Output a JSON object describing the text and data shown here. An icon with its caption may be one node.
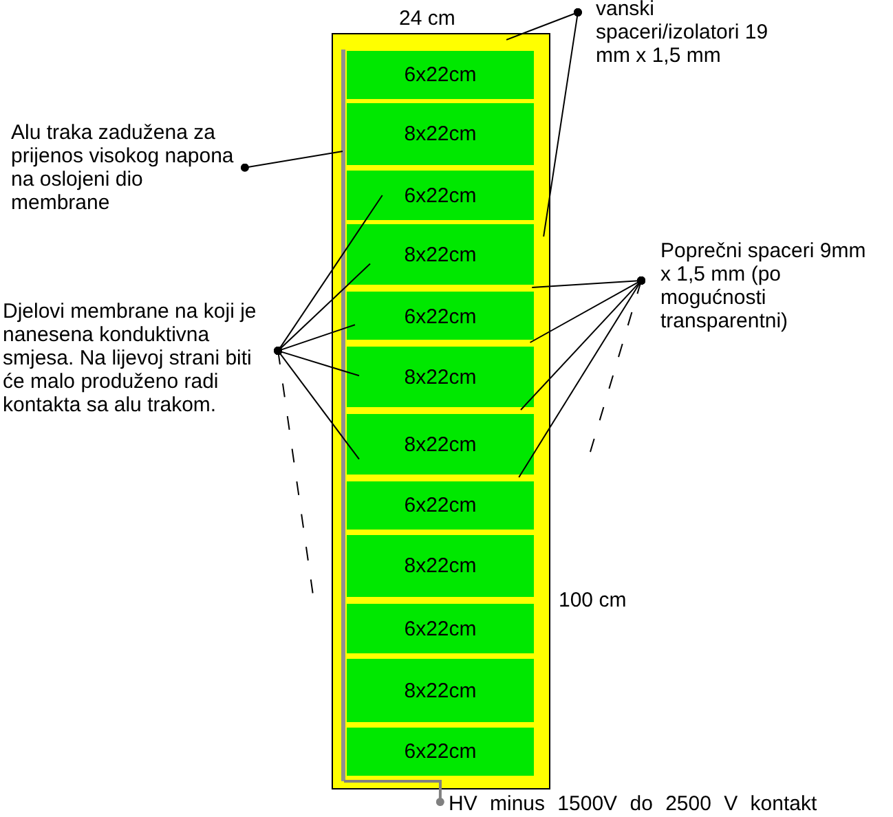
{
  "diagram": {
    "nodes": [
      {
        "text": [],
        "shape": "box"
      },
      {
        "text": [
          "6x22cm"
        ],
        "in": 0
      },
      {
        "text": [
          "8x22cm"
        ],
        "in": 0
      },
      {
        "text": [
          "6x22cm"
        ],
        "in": 0
      },
      {
        "text": [
          "8x22cm"
        ],
        "in": 0
      },
      {
        "text": [
          "6x22cm"
        ],
        "in": 0
      },
      {
        "text": [
          "8x22cm"
        ],
        "in": 0
      },
      {
        "text": [
          "8x22cm"
        ],
        "in": 0
      },
      {
        "text": [
          "6x22cm"
        ],
        "in": 0
      },
      {
        "text": [
          "8x22cm"
        ],
        "in": 0
      },
      {
        "text": [
          "6x22cm"
        ],
        "in": 0
      },
      {
        "text": [
          "8x22cm"
        ],
        "in": 0
      },
      {
        "text": [
          "6x22cm"
        ],
        "in": 0
      },
      {
        "text": [],
        "shape": "bar",
        "in": 0
      },
      {
        "text": [
          "Alu traka zadužena za prijenos visokog napona na oslojeni dio membrane"
        ]
      },
      {
        "text": [
          "vanski spaceri/izolatori 19 mm x 1,5 mm"
        ]
      },
      {
        "text": [
          "Poprečni spaceri 9mm x 1,5 mm (po mogućnosti transparentni)"
        ]
      },
      {
        "text": [
          "Djelovi membrane na koji je nanesena konduktivna smjesa. Na lijevoj strani biti će malo produženo radi kontakta sa alu trakom."
        ]
      },
      {
        "text": [
          "HV minus 1500V do 2500 V kontakt"
        ]
      },
      {
        "text": [],
        "shape": "bar",
        "in": 0
      },
      {
        "text": [],
        "shape": "bar",
        "in": 0
      },
      {
        "text": [],
        "shape": "bar",
        "in": 0
      },
      {
        "text": [],
        "shape": "bar",
        "in": 0
      }
    ],
    "edges": [
      {
        "from": 14,
        "to": 13,
        "arrow": "other"
      },
      {
        "from": 15,
        "to": 0,
        "arrow": "other"
      },
      {
        "from": 15,
        "to": 0,
        "arrow": "other"
      },
      {
        "from": 16,
        "to": 19,
        "arrow": "other"
      },
      {
        "from": 16,
        "to": 20,
        "arrow": "other"
      },
      {
        "from": 16,
        "to": 21,
        "arrow": "other"
      },
      {
        "from": 16,
        "to": 22,
        "arrow": "other"
      },
      {
        "from": 16,
        "to": null,
        "arrow": "other",
        "style": "dashed"
      },
      {
        "from": 17,
        "to": 3,
        "arrow": "other"
      },
      {
        "from": 17,
        "to": 4,
        "arrow": "other"
      },
      {
        "from": 17,
        "to": 5,
        "arrow": "other"
      },
      {
        "from": 17,
        "to": 6,
        "arrow": "other"
      },
      {
        "from": 17,
        "to": 7,
        "arrow": "other"
      },
      {
        "from": 17,
        "to": null,
        "arrow": "other",
        "style": "dashed"
      },
      {
        "from": 18,
        "to": 13,
        "arrow": "other",
        "color": "#808080"
      }
    ],
    "labels": [
      "24 cm",
      "100 cm"
    ]
  }
}
